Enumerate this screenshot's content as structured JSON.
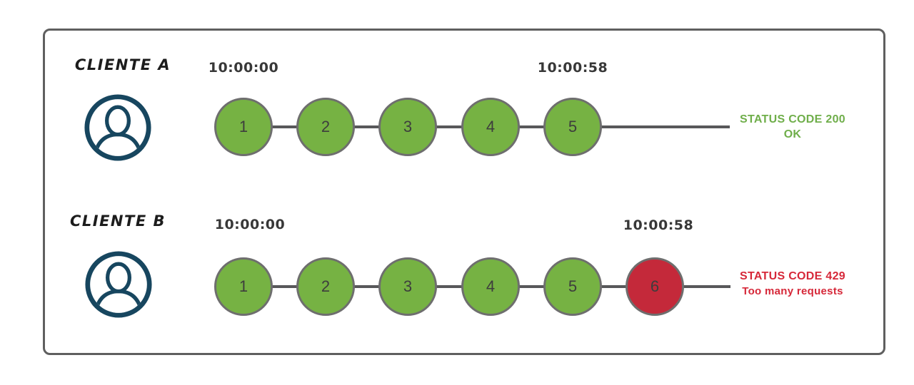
{
  "diagram": {
    "colors": {
      "ok_circle": "#76b243",
      "error_circle": "#c4293a",
      "success_text": "#6fae4a",
      "error_text": "#d62839",
      "connector": "#58585a",
      "circle_border": "#6e6e6e",
      "avatar": "#17465f",
      "timestamp": "#383838"
    },
    "rows": [
      {
        "client_label": "CLIENTE A",
        "start_time": "10:00:00",
        "end_time": "10:00:58",
        "requests": [
          {
            "label": "1",
            "state": "ok"
          },
          {
            "label": "2",
            "state": "ok"
          },
          {
            "label": "3",
            "state": "ok"
          },
          {
            "label": "4",
            "state": "ok"
          },
          {
            "label": "5",
            "state": "ok"
          }
        ],
        "status_line1": "STATUS CODE 200",
        "status_line2": "OK"
      },
      {
        "client_label": "CLIENTE B",
        "start_time": "10:00:00",
        "end_time": "10:00:58",
        "requests": [
          {
            "label": "1",
            "state": "ok"
          },
          {
            "label": "2",
            "state": "ok"
          },
          {
            "label": "3",
            "state": "ok"
          },
          {
            "label": "4",
            "state": "ok"
          },
          {
            "label": "5",
            "state": "ok"
          },
          {
            "label": "6",
            "state": "error"
          }
        ],
        "status_line1": "STATUS CODE 429",
        "status_line2": "Too many requests"
      }
    ]
  }
}
